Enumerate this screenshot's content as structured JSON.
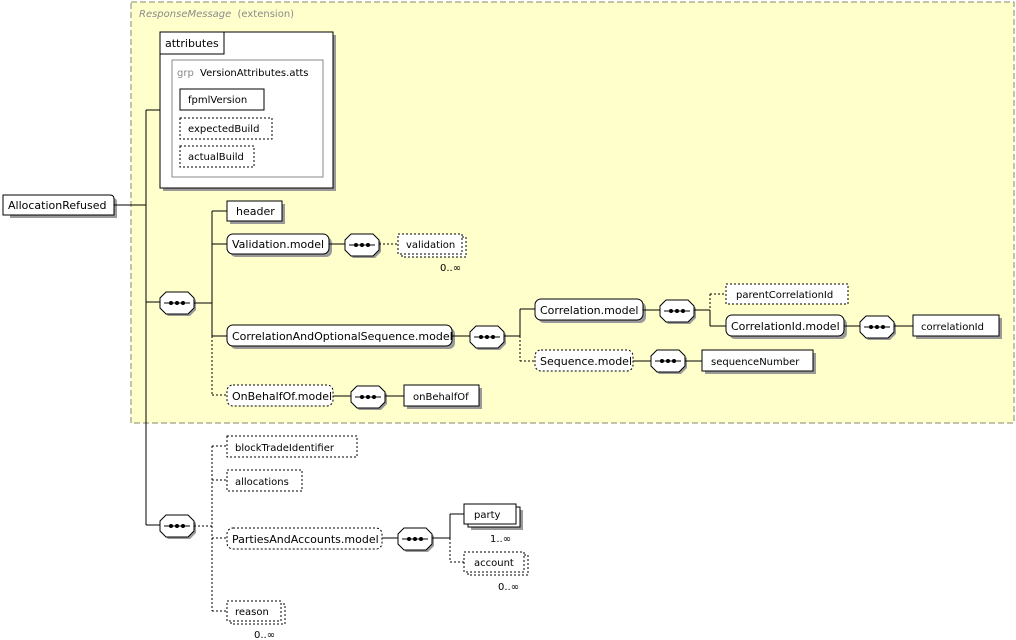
{
  "extension": {
    "base_type": "ResponseMessage",
    "suffix": "(extension)",
    "attributes_label": "attributes",
    "group_prefix": "grp",
    "group_name": "VersionAttributes.atts",
    "attrs": [
      "fpmlVersion",
      "expectedBuild",
      "actualBuild"
    ]
  },
  "root": {
    "name": "AllocationRefused"
  },
  "elements": {
    "header": "header",
    "validation_model": "Validation.model",
    "validation": "validation",
    "correlation_seq_model": "CorrelationAndOptionalSequence.model",
    "correlation_model": "Correlation.model",
    "parent_correlation_id": "parentCorrelationId",
    "correlation_id_model": "CorrelationId.model",
    "correlation_id": "correlationId",
    "sequence_model": "Sequence.model",
    "sequence_number": "sequenceNumber",
    "on_behalf_of_model": "OnBehalfOf.model",
    "on_behalf_of": "onBehalfOf",
    "block_trade_identifier": "blockTradeIdentifier",
    "allocations": "allocations",
    "parties_accounts_model": "PartiesAndAccounts.model",
    "party": "party",
    "account": "account",
    "reason": "reason"
  },
  "cardinality": {
    "validation": "0..∞",
    "party": "1..∞",
    "account": "0..∞",
    "reason": "0..∞"
  },
  "colors": {
    "extension_fill": "#ffffcc",
    "extension_border": "#8a8a6a"
  }
}
